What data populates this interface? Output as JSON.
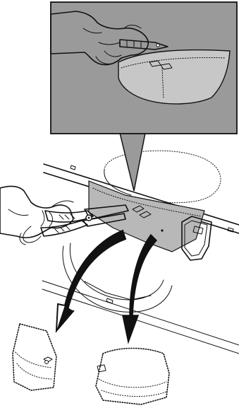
{
  "figure": {
    "colors": {
      "ink": "#111111",
      "paper": "#ffffff",
      "callout_panel": "#9a9a9a",
      "part_shade": "#b8b8b8",
      "arrow": "#111111"
    },
    "icons": [
      "detail-callout",
      "hand-holding-cutter",
      "hand-holding-snips",
      "snips-icon",
      "removal-arrow-left",
      "removal-arrow-right",
      "removed-cover-left",
      "removed-cover-right"
    ]
  }
}
